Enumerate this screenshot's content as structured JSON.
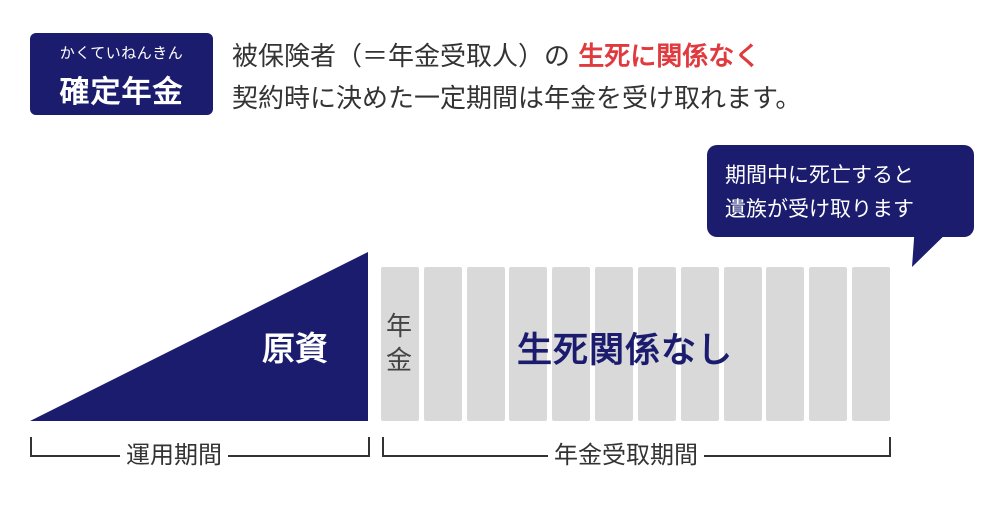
{
  "title": {
    "ruby": "かくていねんきん",
    "main": "確定年金"
  },
  "description": {
    "line1_prefix": "被保険者（＝年金受取人）の",
    "line1_highlight": "生死に関係なく",
    "line2": "契約時に決めた一定期間は年金を受け取れます。"
  },
  "callout": {
    "line1": "期間中に死亡すると",
    "line2": "遺族が受け取ります"
  },
  "diagram": {
    "principal_label": "原資",
    "pension_label": "年金",
    "no_relation_label": "生死関係なし",
    "bar_count": 12,
    "operation_period_label": "運用期間",
    "receipt_period_label": "年金受取期間"
  },
  "colors": {
    "navy": "#1b1c6e",
    "red": "#e03a3e",
    "bar_gray": "#d9d9d9"
  }
}
